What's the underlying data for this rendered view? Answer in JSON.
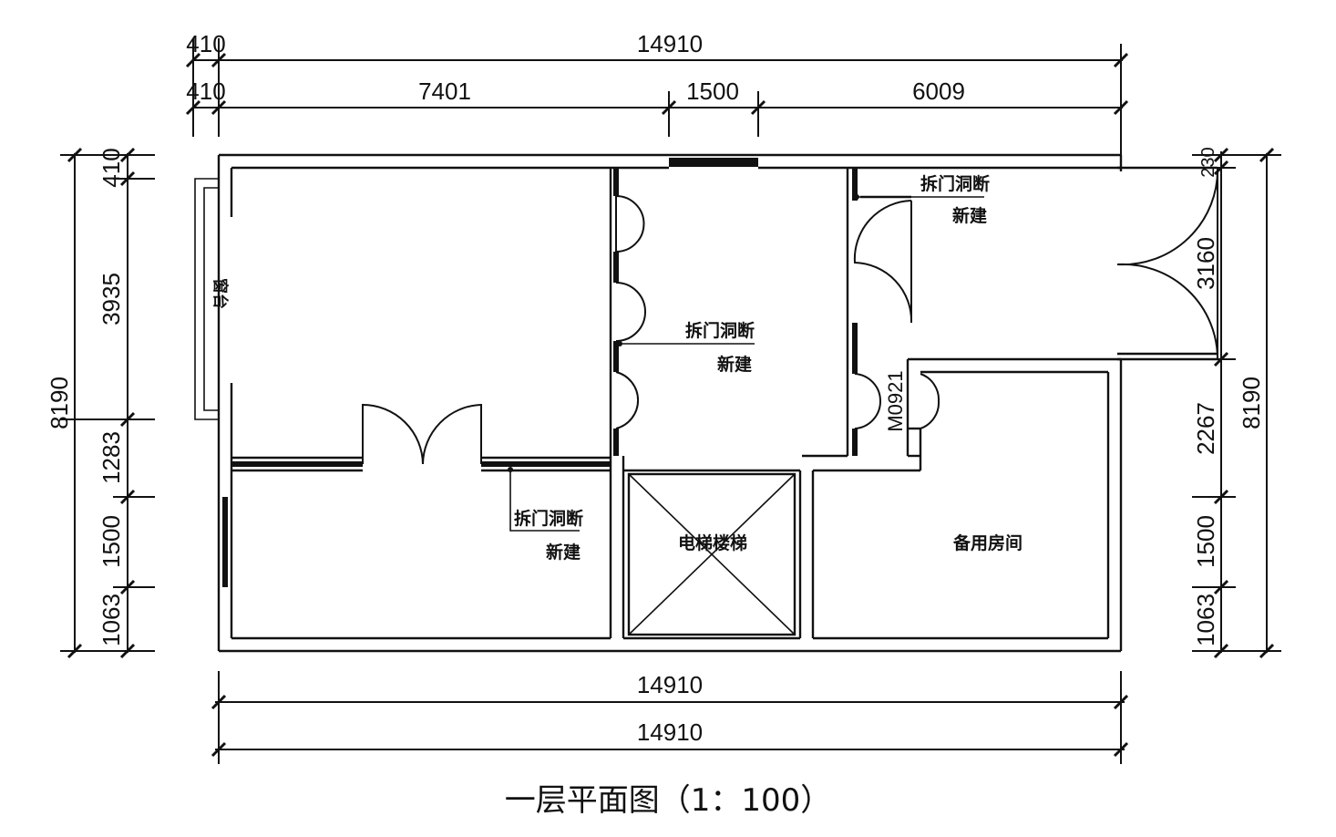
{
  "drawing": {
    "title": "一层平面图（1：100）",
    "dims_top": {
      "overall_left": "410",
      "overall_total": "14910",
      "seg_left": "410",
      "seg1": "7401",
      "seg2": "1500",
      "seg3": "6009"
    },
    "dims_bottom": {
      "row1": "14910",
      "row2": "14910"
    },
    "dims_left": {
      "total": "8190",
      "s1": "410",
      "s2": "3935",
      "s3": "1283",
      "s4": "1500",
      "s5": "1063"
    },
    "dims_right": {
      "total": "8190",
      "s1": "230",
      "s2": "3160",
      "s3": "2267",
      "s4": "1500",
      "s5": "1063"
    },
    "labels": {
      "note_top_right_1": "拆门洞断",
      "note_top_right_2": "新建",
      "note_mid_1": "拆门洞断",
      "note_mid_2": "新建",
      "note_low_1": "拆门洞断",
      "note_low_2": "新建",
      "window_left": "窗台",
      "door_code": "M0921",
      "elevator": "电梯楼梯",
      "spare_room": "备用房间"
    }
  }
}
